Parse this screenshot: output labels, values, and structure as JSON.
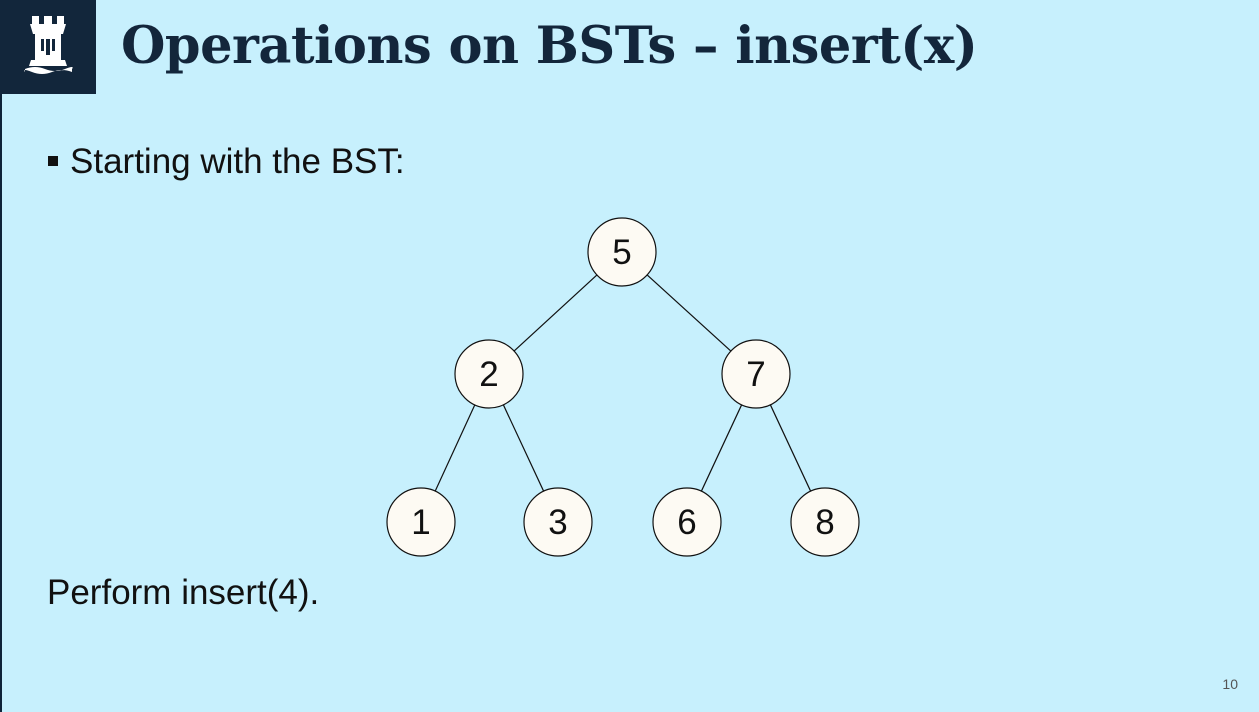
{
  "slide": {
    "title": "Operations on BSTs – insert(x)",
    "bullet": "Starting with the BST:",
    "task": "Perform insert(4).",
    "slide_number": "10"
  },
  "logo": {
    "icon": "castle-tower-icon"
  },
  "tree": {
    "nodes": [
      {
        "id": "n5",
        "label": "5"
      },
      {
        "id": "n2",
        "label": "2"
      },
      {
        "id": "n7",
        "label": "7"
      },
      {
        "id": "n1",
        "label": "1"
      },
      {
        "id": "n3",
        "label": "3"
      },
      {
        "id": "n6",
        "label": "6"
      },
      {
        "id": "n8",
        "label": "8"
      }
    ],
    "edges": [
      [
        "n5",
        "n2"
      ],
      [
        "n5",
        "n7"
      ],
      [
        "n2",
        "n1"
      ],
      [
        "n2",
        "n3"
      ],
      [
        "n7",
        "n6"
      ],
      [
        "n7",
        "n8"
      ]
    ]
  },
  "colors": {
    "background": "#c7f0fd",
    "header_dark": "#13263b",
    "node_fill": "#fdfaf3"
  }
}
